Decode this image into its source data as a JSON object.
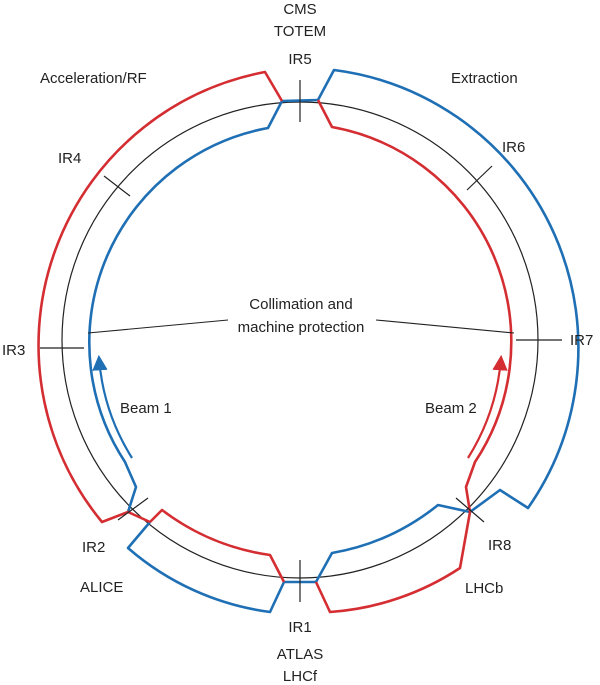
{
  "diagram": {
    "colors": {
      "beam1": "#1f6fb5",
      "beam2": "#d42d32",
      "ring": "#222222"
    },
    "interaction_regions": [
      {
        "id": "ir5",
        "label": "IR5"
      },
      {
        "id": "ir6",
        "label": "IR6"
      },
      {
        "id": "ir7",
        "label": "IR7"
      },
      {
        "id": "ir8",
        "label": "IR8"
      },
      {
        "id": "ir1",
        "label": "IR1"
      },
      {
        "id": "ir2",
        "label": "IR2"
      },
      {
        "id": "ir3",
        "label": "IR3"
      },
      {
        "id": "ir4",
        "label": "IR4"
      }
    ],
    "experiments": {
      "cms": "CMS",
      "totem": "TOTEM",
      "atlas": "ATLAS",
      "lhcf": "LHCf",
      "alice": "ALICE",
      "lhcb": "LHCb"
    },
    "functions": {
      "acceleration": "Acceleration/RF",
      "extraction": "Extraction",
      "collimation_line1": "Collimation and",
      "collimation_line2": "machine protection"
    },
    "beams": {
      "beam1": "Beam 1",
      "beam2": "Beam 2"
    }
  }
}
